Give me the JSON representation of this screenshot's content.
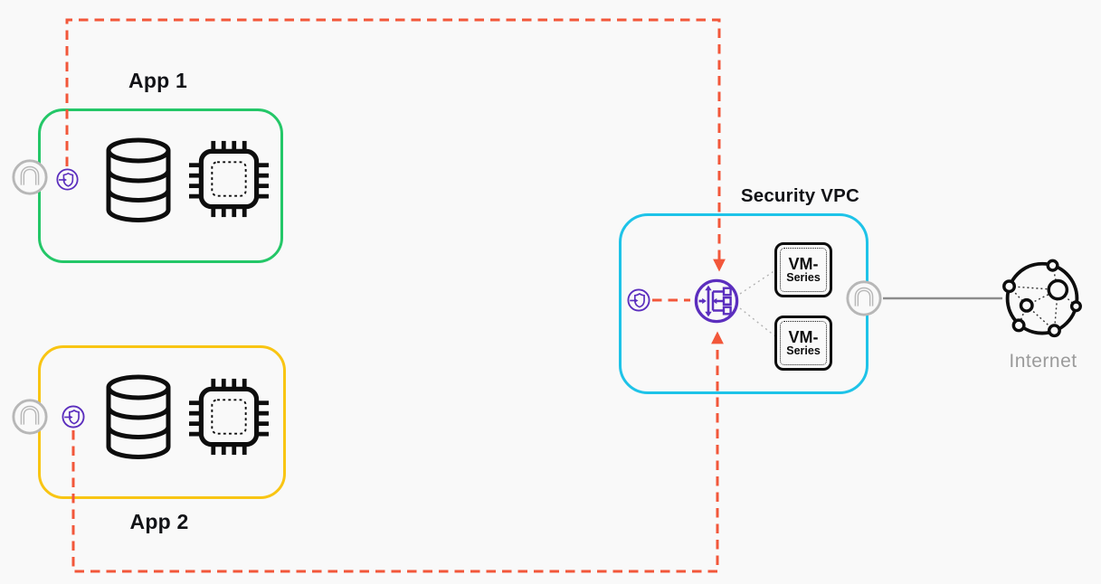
{
  "diagram": {
    "app1": {
      "label": "App 1"
    },
    "app2": {
      "label": "App 2"
    },
    "security_vpc": {
      "label": "Security VPC"
    },
    "internet": {
      "label": "Internet"
    },
    "vm_series": [
      {
        "line1": "VM-",
        "line2": "Series"
      },
      {
        "line1": "VM-",
        "line2": "Series"
      }
    ]
  },
  "icons": {
    "database": "database-icon",
    "chip": "cpu-chip-icon",
    "firewall": "distributed-firewall-shield-icon",
    "endpoint": "gateway-endpoint-icon",
    "gwlb": "gateway-load-balancer-icon",
    "internet": "internet-globe-icon"
  },
  "colors": {
    "app1_border": "#24c768",
    "app2_border": "#f9c513",
    "security_vpc_border": "#1ec3e8",
    "dash_orange": "#f2573a",
    "firewall_purple": "#5b2ebe",
    "endpoint_gray": "#b7b7b7",
    "line_gray": "#8c8c8c",
    "label_dark": "#121317",
    "internet_label_gray": "#9b9b9b",
    "icon_black": "#0d0d0d",
    "background": "#f9f9f9"
  }
}
